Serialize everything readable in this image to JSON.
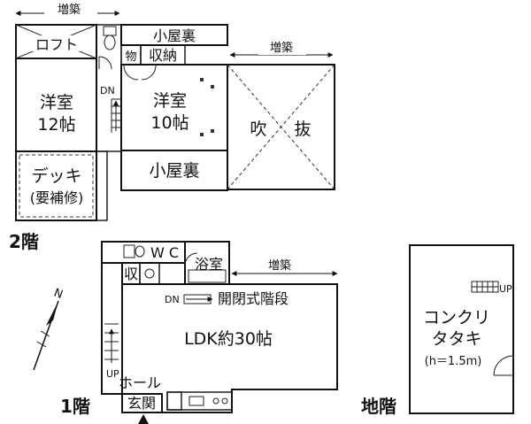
{
  "floor2": {
    "label": "2階",
    "extension_top": "増築",
    "loft": "ロフト",
    "room12_line1": "洋室",
    "room12_line2": "12帖",
    "dn": "DN",
    "attic_top": "小屋裏",
    "storage_small": "物",
    "storage": "収納",
    "room10_line1": "洋室",
    "room10_line2": "10帖",
    "extension_right": "増築",
    "void_left": "吹",
    "void_right": "抜",
    "deck_line1": "デッキ",
    "deck_line2": "(要補修)",
    "attic_bottom": "小屋裏"
  },
  "floor1": {
    "label": "1階",
    "wc": "W C",
    "bath": "浴室",
    "storage": "収",
    "extension": "増築",
    "dn": "DN",
    "stairs": "開閉式階段",
    "ldk": "LDK約30帖",
    "up": "UP",
    "hall": "ホール",
    "entrance": "玄関"
  },
  "basement": {
    "label": "地階",
    "room_line1": "コンクリ",
    "room_line2": "タタキ",
    "height": "(h＝1.5m)",
    "up": "UP"
  },
  "compass": {
    "north": "N"
  }
}
